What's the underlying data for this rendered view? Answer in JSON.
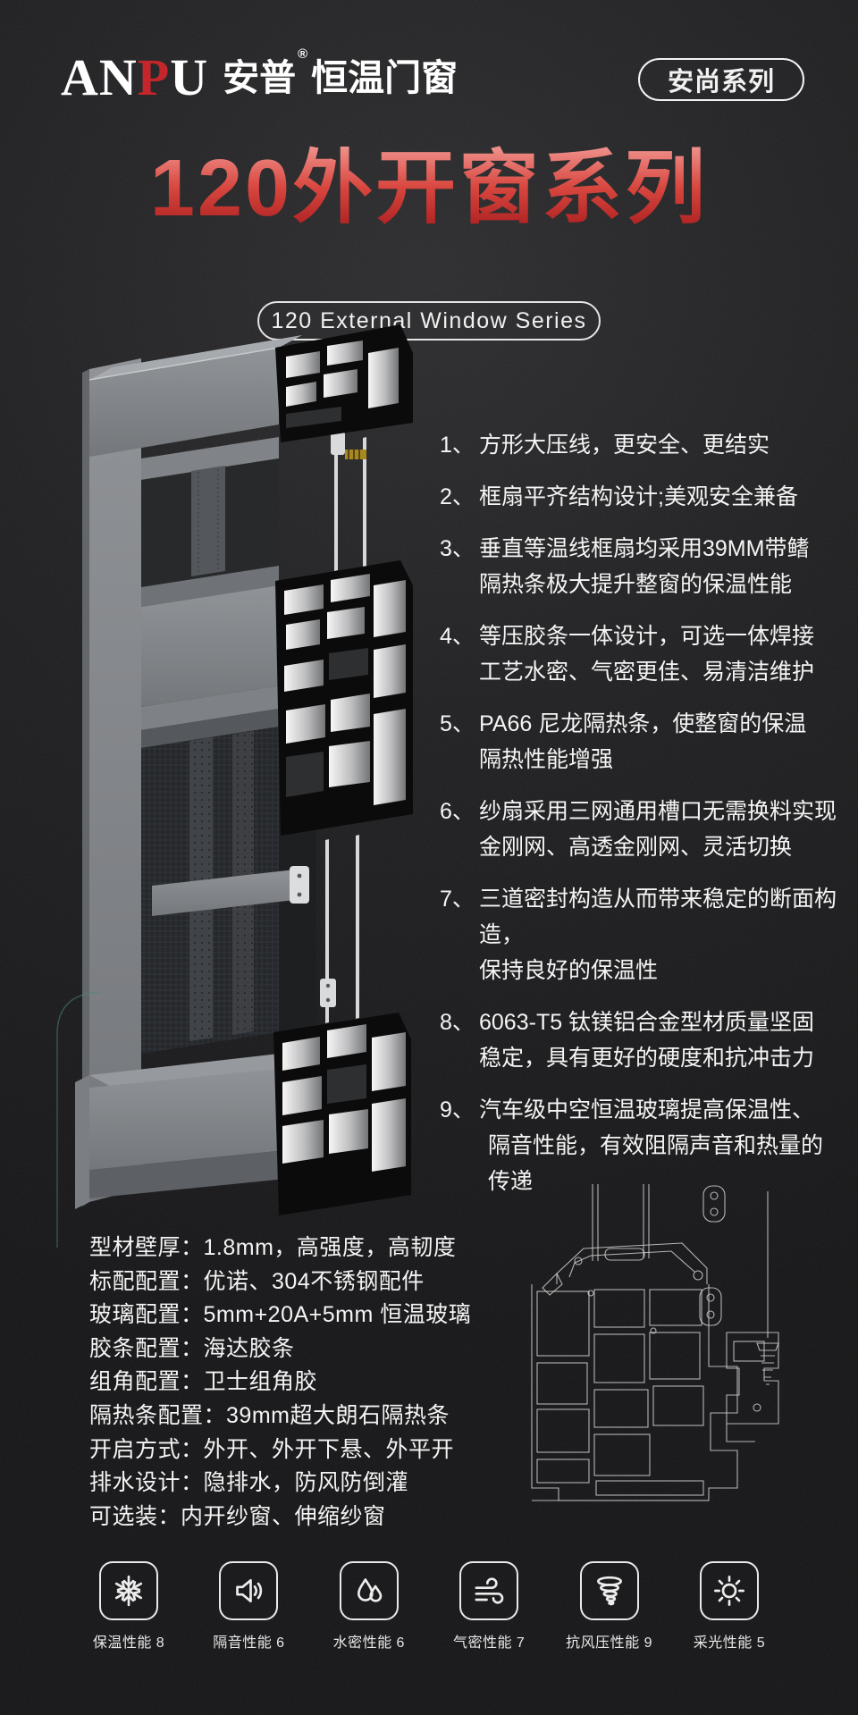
{
  "header": {
    "logo": {
      "part1": "AN",
      "part_red": "P",
      "part2": "U",
      "cn": "安普",
      "reg": "®",
      "suffix": "恒温门窗"
    },
    "series_badge": "安尚系列"
  },
  "title": {
    "main": "120外开窗系列",
    "subtitle": "120 External Window Series"
  },
  "features": {
    "items": [
      {
        "num": "1、",
        "lines": [
          "方形大压线，更安全、更结实"
        ]
      },
      {
        "num": "2、",
        "lines": [
          "框扇平齐结构设计;美观安全兼备"
        ]
      },
      {
        "num": "3、",
        "lines": [
          "垂直等温线框扇均采用39MM带鳍",
          "隔热条极大提升整窗的保温性能"
        ]
      },
      {
        "num": "4、",
        "lines": [
          "等压胶条一体设计，可选一体焊接",
          "工艺水密、气密更佳、易清洁维护"
        ]
      },
      {
        "num": "5、",
        "lines": [
          "PA66 尼龙隔热条，使整窗的保温",
          "隔热性能增强"
        ]
      },
      {
        "num": "6、",
        "lines": [
          "纱扇采用三网通用槽口无需换料实现",
          "金刚网、高透金刚网、灵活切换"
        ]
      },
      {
        "num": "7、",
        "lines": [
          "三道密封构造从而带来稳定的断面构造，",
          "保持良好的保温性"
        ]
      },
      {
        "num": "8、",
        "lines": [
          "6063-T5 钛镁铝合金型材质量坚固",
          "稳定，具有更好的硬度和抗冲击力"
        ]
      },
      {
        "num": "9、",
        "lines": [
          "汽车级中空恒温玻璃提高保温性、",
          "隔音性能，有效阻隔声音和热量的传递"
        ]
      }
    ]
  },
  "specs": {
    "separator": "：",
    "items": [
      {
        "label": "型材壁厚",
        "value": "1.8mm，高强度，高韧度"
      },
      {
        "label": "标配配置",
        "value": "优诺、304不锈钢配件"
      },
      {
        "label": "玻璃配置",
        "value": "5mm+20A+5mm 恒温玻璃"
      },
      {
        "label": "胶条配置",
        "value": "海达胶条"
      },
      {
        "label": "组角配置",
        "value": "卫士组角胶"
      },
      {
        "label": "隔热条配置",
        "value": "39mm超大朗石隔热条"
      },
      {
        "label": "开启方式",
        "value": "外开、外开下悬、外平开"
      },
      {
        "label": "排水设计",
        "value": "隐排水，防风防倒灌"
      },
      {
        "label": "可选装",
        "value": "内开纱窗、伸缩纱窗"
      }
    ]
  },
  "performance": {
    "items": [
      {
        "icon": "snowflake",
        "label": "保温性能 8"
      },
      {
        "icon": "speaker",
        "label": "隔音性能 6"
      },
      {
        "icon": "water-drops",
        "label": "水密性能 6"
      },
      {
        "icon": "wind",
        "label": "气密性能 7"
      },
      {
        "icon": "tornado",
        "label": "抗风压性能 9"
      },
      {
        "icon": "sun",
        "label": "采光性能 5"
      }
    ]
  },
  "colors": {
    "accent_red": "#c5262b",
    "title_gradient_top": "#f0938e",
    "title_gradient_bottom": "#a91d1e",
    "background": "#1e1e20",
    "text": "#f2f2f2"
  }
}
